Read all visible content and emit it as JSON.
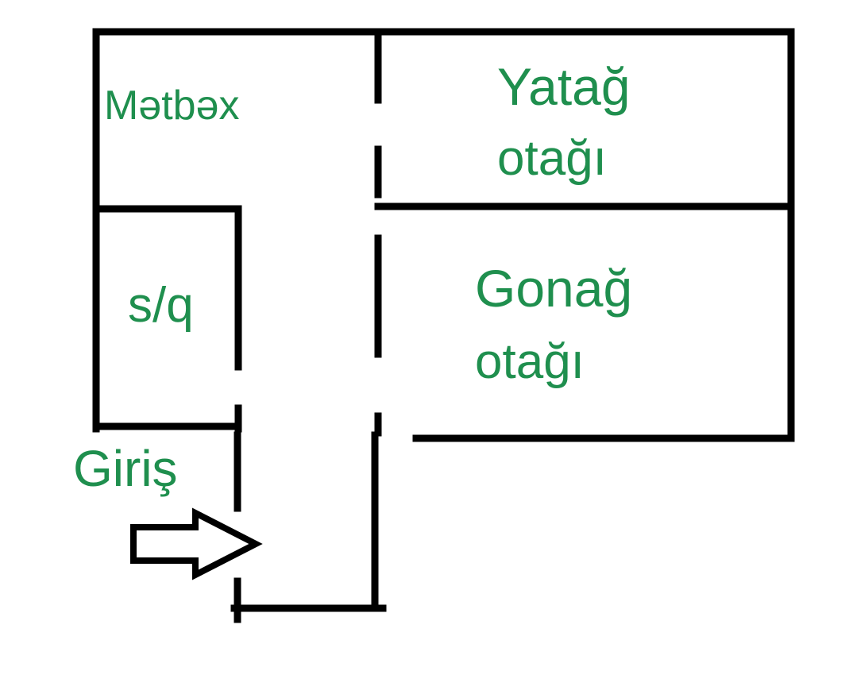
{
  "colors": {
    "label": "#1f8f4e",
    "wall": "#000000",
    "background": "#ffffff"
  },
  "rooms": {
    "kitchen": {
      "label": "Mətbəx"
    },
    "bedroom": {
      "line1": "Yatağ",
      "line2": "otağı"
    },
    "bathroom": {
      "label": "s/q"
    },
    "living_room": {
      "line1": "Gonağ",
      "line2": "otağı"
    }
  },
  "entrance": {
    "label": "Giriş",
    "icon": "arrow-right-icon"
  }
}
